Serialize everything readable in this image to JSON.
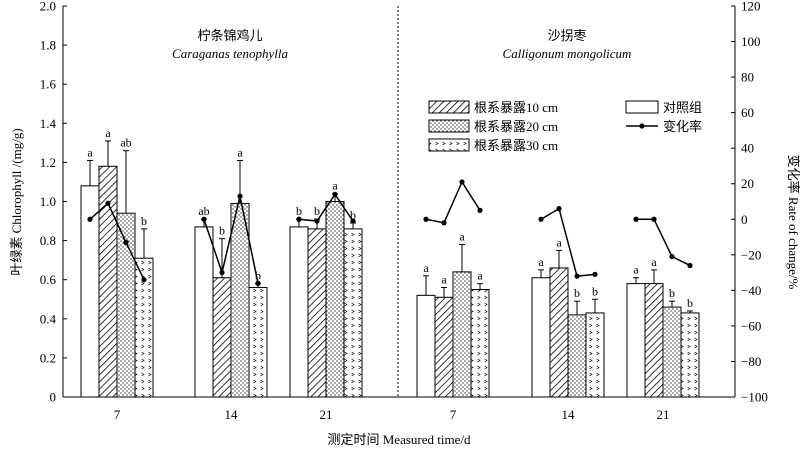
{
  "chart_data": {
    "type": "bar",
    "xlabel": "测定时间 Measured time/d",
    "ylabel": "叶绿素 Chlorophyll /(mg/g)",
    "y2label": "变化率 Rate of change/%",
    "ylim": [
      0,
      2.0
    ],
    "yticks": [
      "0",
      "0.2",
      "0.4",
      "0.6",
      "0.8",
      "1.0",
      "1.2",
      "1.4",
      "1.6",
      "1.8",
      "2.0"
    ],
    "y2lim": [
      -100,
      120
    ],
    "y2ticks": [
      "−100",
      "−80",
      "−60",
      "−40",
      "−20",
      "0",
      "20",
      "40",
      "60",
      "80",
      "100",
      "120"
    ],
    "grid": false,
    "legend_position": "top-right",
    "legend": {
      "control": "对照组",
      "exposure_10": "根系暴露10 cm",
      "exposure_20": "根系暴露20 cm",
      "exposure_30": "根系暴露30 cm",
      "rate": "变化率"
    },
    "series_order": [
      "control",
      "exposure_10",
      "exposure_20",
      "exposure_30"
    ],
    "panels": [
      {
        "title": "柠条锦鸡儿",
        "subtitle": "Caraganas tenophylla",
        "groups": [
          {
            "category": "7",
            "bars": [
              {
                "series": "control",
                "value": 1.08,
                "error": 0.13,
                "label": "a"
              },
              {
                "series": "exposure_10",
                "value": 1.18,
                "error": 0.13,
                "label": "a"
              },
              {
                "series": "exposure_20",
                "value": 0.94,
                "error": 0.32,
                "label": "ab"
              },
              {
                "series": "exposure_30",
                "value": 0.71,
                "error": 0.15,
                "label": "b"
              }
            ],
            "rates": [
              0,
              9,
              -13,
              -34
            ]
          },
          {
            "category": "14",
            "bars": [
              {
                "series": "control",
                "value": 0.87,
                "error": 0.04,
                "label": "ab"
              },
              {
                "series": "exposure_10",
                "value": 0.61,
                "error": 0.2,
                "label": "b"
              },
              {
                "series": "exposure_20",
                "value": 0.99,
                "error": 0.22,
                "label": "a"
              },
              {
                "series": "exposure_30",
                "value": 0.56,
                "error": 0.02,
                "label": "b"
              }
            ],
            "rates": [
              0,
              -30,
              13,
              -36
            ]
          },
          {
            "category": "21",
            "bars": [
              {
                "series": "control",
                "value": 0.87,
                "error": 0.04,
                "label": "b"
              },
              {
                "series": "exposure_10",
                "value": 0.86,
                "error": 0.05,
                "label": "b"
              },
              {
                "series": "exposure_20",
                "value": 1.0,
                "error": 0.04,
                "label": "a"
              },
              {
                "series": "exposure_30",
                "value": 0.86,
                "error": 0.03,
                "label": "b"
              }
            ],
            "rates": [
              0,
              -1,
              14,
              -1
            ]
          }
        ]
      },
      {
        "title": "沙拐枣",
        "subtitle": "Calligonum mongolicum",
        "groups": [
          {
            "category": "7",
            "bars": [
              {
                "series": "control",
                "value": 0.52,
                "error": 0.1,
                "label": "a"
              },
              {
                "series": "exposure_10",
                "value": 0.51,
                "error": 0.05,
                "label": "a"
              },
              {
                "series": "exposure_20",
                "value": 0.64,
                "error": 0.14,
                "label": "a"
              },
              {
                "series": "exposure_30",
                "value": 0.55,
                "error": 0.03,
                "label": "a"
              }
            ],
            "rates": [
              0,
              -2,
              21,
              5
            ]
          },
          {
            "category": "14",
            "bars": [
              {
                "series": "control",
                "value": 0.61,
                "error": 0.04,
                "label": "a"
              },
              {
                "series": "exposure_10",
                "value": 0.66,
                "error": 0.09,
                "label": "a"
              },
              {
                "series": "exposure_20",
                "value": 0.42,
                "error": 0.07,
                "label": "b"
              },
              {
                "series": "exposure_30",
                "value": 0.43,
                "error": 0.07,
                "label": "b"
              }
            ],
            "rates": [
              0,
              6,
              -32,
              -31
            ]
          },
          {
            "category": "21",
            "bars": [
              {
                "series": "control",
                "value": 0.58,
                "error": 0.03,
                "label": "a"
              },
              {
                "series": "exposure_10",
                "value": 0.58,
                "error": 0.07,
                "label": "a"
              },
              {
                "series": "exposure_20",
                "value": 0.46,
                "error": 0.03,
                "label": "b"
              },
              {
                "series": "exposure_30",
                "value": 0.43,
                "error": 0.01,
                "label": "b"
              }
            ],
            "rates": [
              0,
              0,
              -21,
              -26
            ]
          }
        ]
      }
    ]
  }
}
